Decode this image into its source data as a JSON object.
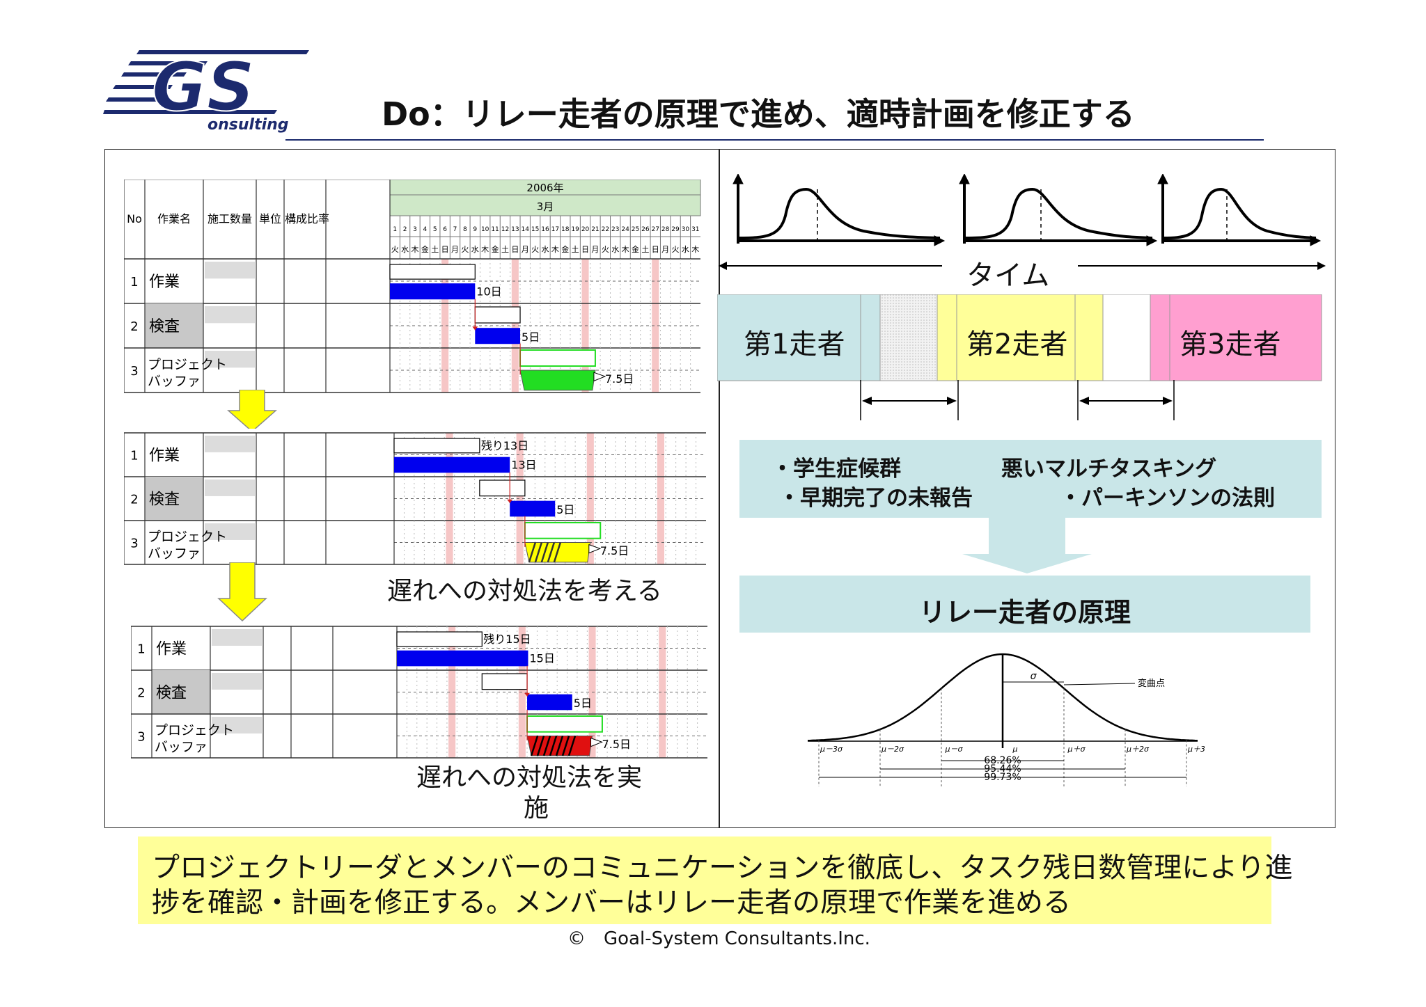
{
  "logo": {
    "main": "GS",
    "sub": "onsulting",
    "color": "#1c2a6e"
  },
  "page_title": "Do：リレー走者の原理で進め、適時計画を修正する",
  "gantt": {
    "headers": {
      "no": "No",
      "task_name": "作業名",
      "quantity": "施工数量",
      "unit": "単位",
      "ratio": "構成比率"
    },
    "year": "2006年",
    "month": "3月",
    "days": [
      "1",
      "2",
      "3",
      "4",
      "5",
      "6",
      "7",
      "8",
      "9",
      "10",
      "11",
      "12",
      "13",
      "14",
      "15",
      "16",
      "17",
      "18",
      "19",
      "20",
      "21",
      "22",
      "23",
      "24",
      "25",
      "26",
      "27",
      "28",
      "29",
      "30",
      "31"
    ],
    "weekdays": [
      "火",
      "水",
      "木",
      "金",
      "土",
      "日",
      "月",
      "火",
      "水",
      "木",
      "金",
      "土",
      "日",
      "月",
      "火",
      "水",
      "木",
      "金",
      "土",
      "日",
      "月",
      "火",
      "水",
      "木",
      "金",
      "土",
      "日",
      "月",
      "火",
      "水",
      "木"
    ],
    "rows": [
      {
        "no": "1",
        "name": "作業"
      },
      {
        "no": "2",
        "name": "検査"
      },
      {
        "no": "3",
        "name_line1": "プロジェクト",
        "name_line2": "バッファ"
      }
    ],
    "stage1": {
      "work": "10日",
      "inspect": "5日",
      "buffer": "7.5日"
    },
    "stage2": {
      "remaining": "残り13日",
      "work": "13日",
      "inspect": "5日",
      "buffer": "7.5日"
    },
    "stage3": {
      "remaining": "残り15日",
      "work": "15日",
      "inspect": "5日",
      "buffer": "7.5日"
    },
    "caption_consider": "遅れへの対処法を考える",
    "caption_execute_1": "遅れへの対処法を実",
    "caption_execute_2": "施"
  },
  "relay": {
    "time_label": "タイム",
    "runner1": "第1走者",
    "runner2": "第2走者",
    "runner3": "第3走者"
  },
  "causes": {
    "c1": "・学生症候群",
    "c2": "悪いマルチタスキング",
    "c3": "・早期完了の未報告",
    "c4": "・パーキンソンの法則"
  },
  "principle": "リレー走者の原理",
  "bell": {
    "inflection": "変曲点",
    "sigma": "σ",
    "ticks": [
      "μ－3σ",
      "μ－2σ",
      "μ－σ",
      "μ",
      "μ＋σ",
      "μ＋2σ",
      "μ＋3σ"
    ],
    "pct1": "68.26%",
    "pct2": "95.44%",
    "pct3": "99.73%"
  },
  "summary": {
    "line1": "プロジェクトリーダとメンバーのコミュニケーションを徹底し、タスク残日数管理により進",
    "line2": "捗を確認・計画を修正する。メンバーはリレー走者の原理で作業を進める"
  },
  "copyright": "©　Goal-System Consultants.Inc.",
  "colors": {
    "work_bar": "#0000ee",
    "buffer_green": "#22dd22",
    "buffer_yellow": "#ffff00",
    "buffer_red": "#e01010",
    "pink_col": "#f6c6c6",
    "header_green": "#cfe8c8",
    "runner_blue": "#c9e6e8",
    "runner_yellow": "#ffff99",
    "runner_pink": "#ff9fd0",
    "box_teal": "#c9e6e8"
  }
}
